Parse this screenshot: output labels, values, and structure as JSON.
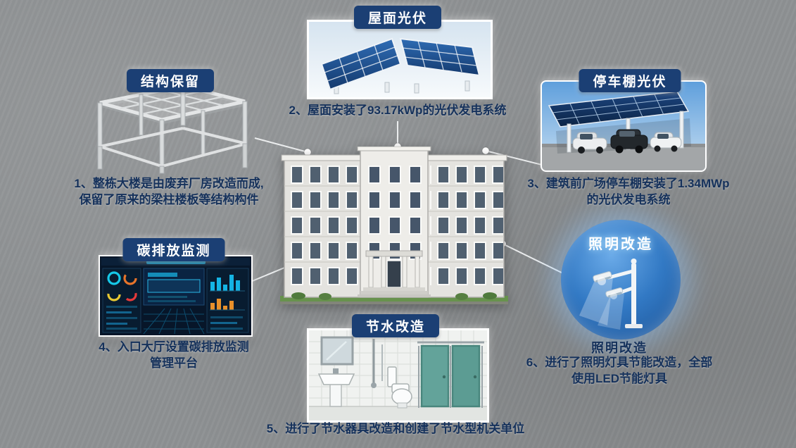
{
  "background": {
    "color": "#8e9193"
  },
  "colors": {
    "label_bg": "#1b3f74",
    "caption_text": "#15315b",
    "circle_blue": "#3279c4",
    "panel_navy": "#16365f",
    "grass_green": "#67924d"
  },
  "panels": {
    "structure": {
      "label": "结构保留",
      "caption_line1": "1、整栋大楼是由废弃厂房改造而成,",
      "caption_line2": "保留了原来的梁柱楼板等结构构件"
    },
    "roof_pv": {
      "label": "屋面光伏",
      "caption_line1": "2、屋面安装了93.17kWp的光伏发电系统"
    },
    "carport_pv": {
      "label": "停车棚光伏",
      "caption_line1": "3、建筑前广场停车棚安装了1.34MWp",
      "caption_line2": "的光伏发电系统"
    },
    "carbon": {
      "label": "碳排放监测",
      "caption_line1": "4、入口大厅设置碳排放监测",
      "caption_line2": "管理平台"
    },
    "water": {
      "label": "节水改造",
      "caption_line1": "5、进行了节水器具改造和创建了节水型机关单位"
    },
    "lighting": {
      "label": "照明改造",
      "heading": "照明改造",
      "caption_line1": "6、进行了照明灯具节能改造，全部",
      "caption_line2": "使用LED节能灯具"
    }
  }
}
